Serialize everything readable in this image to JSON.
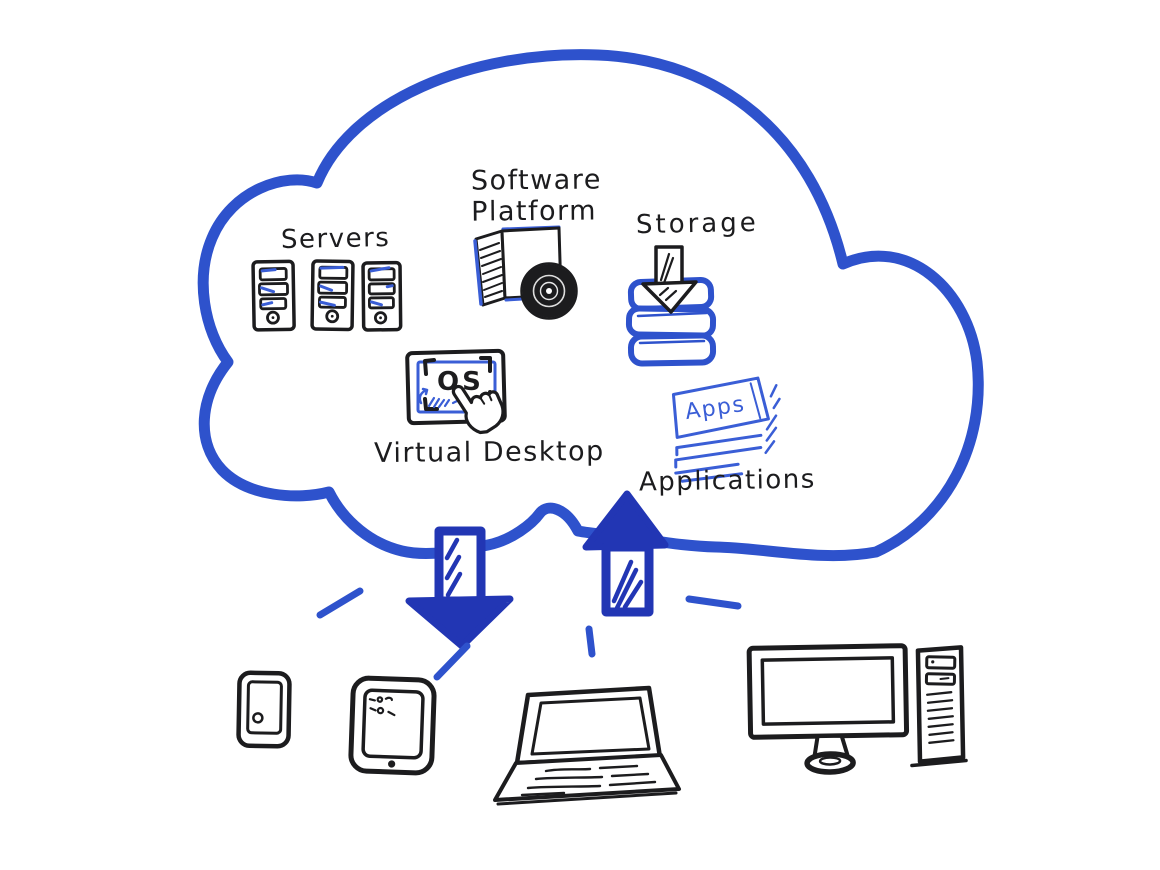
{
  "diagram": {
    "title": "Cloud computing hand-drawn sketch",
    "cloud_items": [
      "Servers",
      "Software Platform",
      "Storage",
      "Virtual Desktop",
      "Applications"
    ],
    "client_devices": [
      "smartphone",
      "tablet",
      "laptop",
      "desktop monitor",
      "computer tower"
    ],
    "arrows": [
      {
        "name": "download-arrow",
        "direction": "down"
      },
      {
        "name": "upload-arrow",
        "direction": "up"
      }
    ]
  },
  "labels": {
    "servers": "Servers",
    "software_platform_line1": "Software",
    "software_platform_line2": "Platform",
    "storage": "Storage",
    "os": "OS",
    "virtual_desktop": "Virtual Desktop",
    "apps": "Apps",
    "applications": "Applications"
  },
  "colors": {
    "cloud_blue": "#2e52cc",
    "arrow_blue": "#2236b4",
    "sketch_blue": "#3a5ed6",
    "ink": "#1c1c1e",
    "background": "#ffffff"
  },
  "icons": {
    "cloud-outline-icon": "hand-drawn cloud boundary",
    "server-towers-icon": "three server towers",
    "software-box-icon": "software box with compact disc",
    "storage-icon": "blue disk stack with download arrow",
    "virtual-desktop-icon": "screen with OS and pointing hand",
    "apps-stack-icon": "tilted stack of app cards",
    "download-arrow-icon": "thick blue arrow pointing down",
    "upload-arrow-icon": "thick blue arrow pointing up",
    "rays-icon": "blue emphasis dashes",
    "smartphone-icon": "smartphone",
    "tablet-icon": "tablet",
    "laptop-icon": "laptop",
    "desktop-monitor-icon": "widescreen monitor on stand",
    "computer-tower-icon": "desktop tower case"
  }
}
